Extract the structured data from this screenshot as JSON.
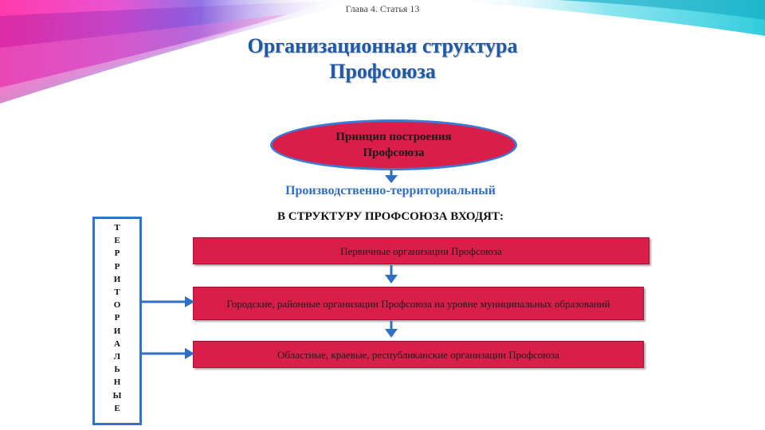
{
  "slide": {
    "chapter_ref": "Глава 4. Статья 13",
    "title_line1": "Организационная структура",
    "title_line2": "Профсоюза"
  },
  "principle": {
    "label_line1": "Принцип построения",
    "label_line2": "Профсоюза",
    "value": "Производственно-территориальный"
  },
  "structure": {
    "heading": "В СТРУКТУРУ ПРОФСОЮЗА ВХОДЯТ:",
    "levels": [
      "Первичные организации Профсоюза",
      "Городские, районные организации Профсоюза на уровне муниципальных образований",
      "Областные, краевые, республиканские организации Профсоюза"
    ]
  },
  "territorial_letters": [
    "Т",
    "Е",
    "Р",
    "Р",
    "И",
    "Т",
    "О",
    "Р",
    "И",
    "А",
    "Л",
    "Ь",
    "Н",
    "Ы",
    "Е"
  ],
  "colors": {
    "accent_red": "#d91e4a",
    "accent_blue": "#2e6fc4",
    "title_blue": "#1f5aa8"
  }
}
